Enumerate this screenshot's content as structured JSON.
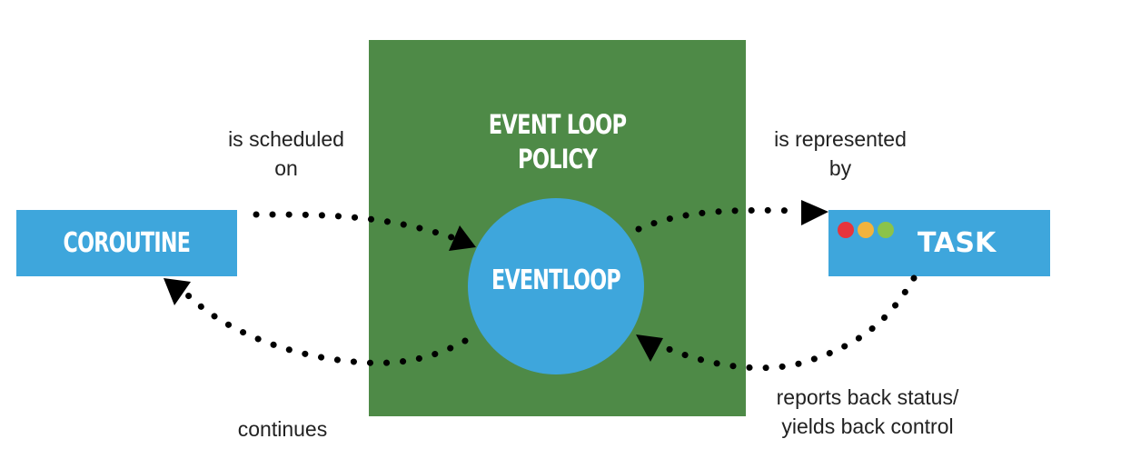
{
  "nodes": {
    "policy": "EVENT LOOP\nPOLICY",
    "policy_line1": "EVENT LOOP",
    "policy_line2": "POLICY",
    "eventloop": "EVENTLOOP",
    "coroutine": "COROUTINE",
    "task": "TASK"
  },
  "edges": {
    "scheduled_line1": "is scheduled",
    "scheduled_line2": "on",
    "represented_line1": "is represented",
    "represented_line2": "by",
    "continues": "continues",
    "reports_line1": "reports back status/",
    "reports_line2": "yields back control"
  },
  "colors": {
    "policy": "#4e8a47",
    "node_blue": "#3ea6dc",
    "task_dot_red": "#e6343c",
    "task_dot_yellow": "#f2b33d",
    "task_dot_green": "#8bc34a"
  }
}
